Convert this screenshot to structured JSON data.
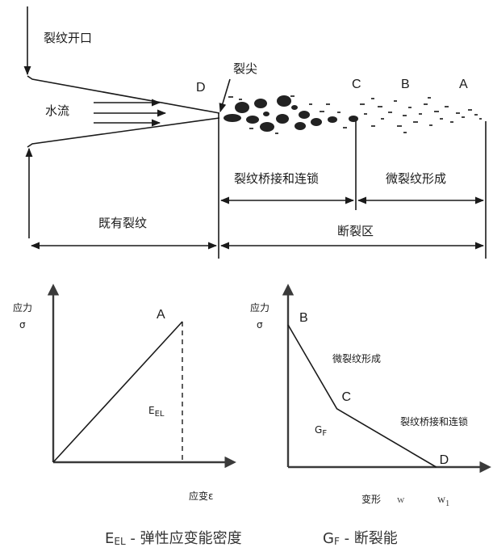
{
  "top": {
    "crack_opening": "裂纹开口",
    "water_flow": "水流",
    "crack_tip": "裂尖",
    "point_d": "D",
    "point_c": "C",
    "point_b": "B",
    "point_a": "A",
    "bridging": "裂纹桥接和连锁",
    "microcrack": "微裂纹形成",
    "existing_crack": "既有裂纹",
    "fracture_zone": "断裂区"
  },
  "left_chart": {
    "ylabel": "应力",
    "ysymbol": "σ",
    "xlabel": "应变ε",
    "point_a": "A",
    "area_label": "E",
    "area_sub": "EL"
  },
  "right_chart": {
    "ylabel": "应力",
    "ysymbol": "σ",
    "xlabel": "变形",
    "x_w": "w",
    "x_w1": "w",
    "x_w1_sub": "1",
    "point_b": "B",
    "point_c": "C",
    "point_d": "D",
    "region_micro": "微裂纹形成",
    "region_bridge": "裂纹桥接和连锁",
    "area_label": "G",
    "area_sub": "F"
  },
  "legend": {
    "eel_symbol": "E",
    "eel_sub": "EL",
    "eel_desc": " - 弹性应变能密度",
    "gf_symbol": "G",
    "gf_sub": "F",
    "gf_desc": " - 断裂能"
  },
  "chart_data": [
    {
      "type": "line",
      "x": [
        0,
        1
      ],
      "y": [
        0,
        1
      ],
      "series": [
        {
          "values": [
            0,
            1
          ]
        }
      ],
      "points": [
        {
          "label": "A",
          "x": 1,
          "y": 1
        }
      ],
      "ylabel": "应力 σ",
      "xlabel": "应变ε",
      "grid": false
    },
    {
      "type": "line",
      "x": [
        0,
        0.28,
        0.85
      ],
      "y": [
        1,
        0.41,
        0
      ],
      "series": [
        {
          "values": [
            1,
            0.41,
            0
          ]
        }
      ],
      "points": [
        {
          "label": "B",
          "x": 0,
          "y": 1
        },
        {
          "label": "C",
          "x": 0.28,
          "y": 0.41
        },
        {
          "label": "D",
          "x": 0.85,
          "y": 0
        }
      ],
      "ylabel": "应力 σ",
      "xlabel": "变形",
      "grid": false
    }
  ]
}
